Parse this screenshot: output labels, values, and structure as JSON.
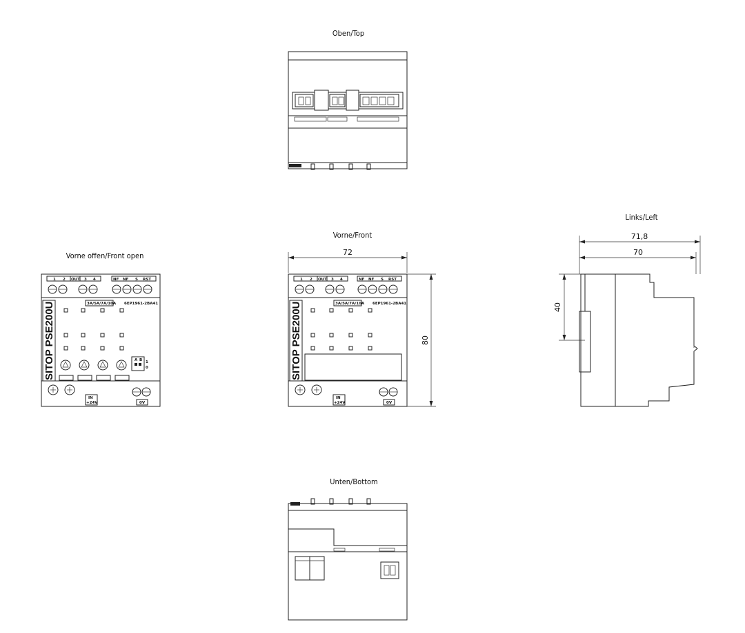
{
  "views": {
    "top": {
      "title": "Oben/Top"
    },
    "front_open": {
      "title": "Vorne offen/Front open"
    },
    "front": {
      "title": "Vorne/Front",
      "dim_width": "72",
      "dim_height": "80"
    },
    "left": {
      "title": "Links/Left",
      "dim_overall": "71,8",
      "dim_body": "70",
      "dim_height": "40"
    },
    "bottom": {
      "title": "Unten/Bottom"
    }
  },
  "device": {
    "brand": "SITOP PSE200U",
    "order_number": "6EP1961-2BA41",
    "rating_label": "3A/5A/7A/10A",
    "terminals_top": [
      "1",
      "2",
      "OUT",
      "3",
      "4",
      "NF",
      "NF",
      "S",
      "RST"
    ],
    "terminal_in_label": "IN",
    "terminal_in_voltage": "+24V",
    "terminal_0v_label": "0V",
    "switch_labels": [
      "A",
      "B",
      "1",
      "0"
    ]
  }
}
